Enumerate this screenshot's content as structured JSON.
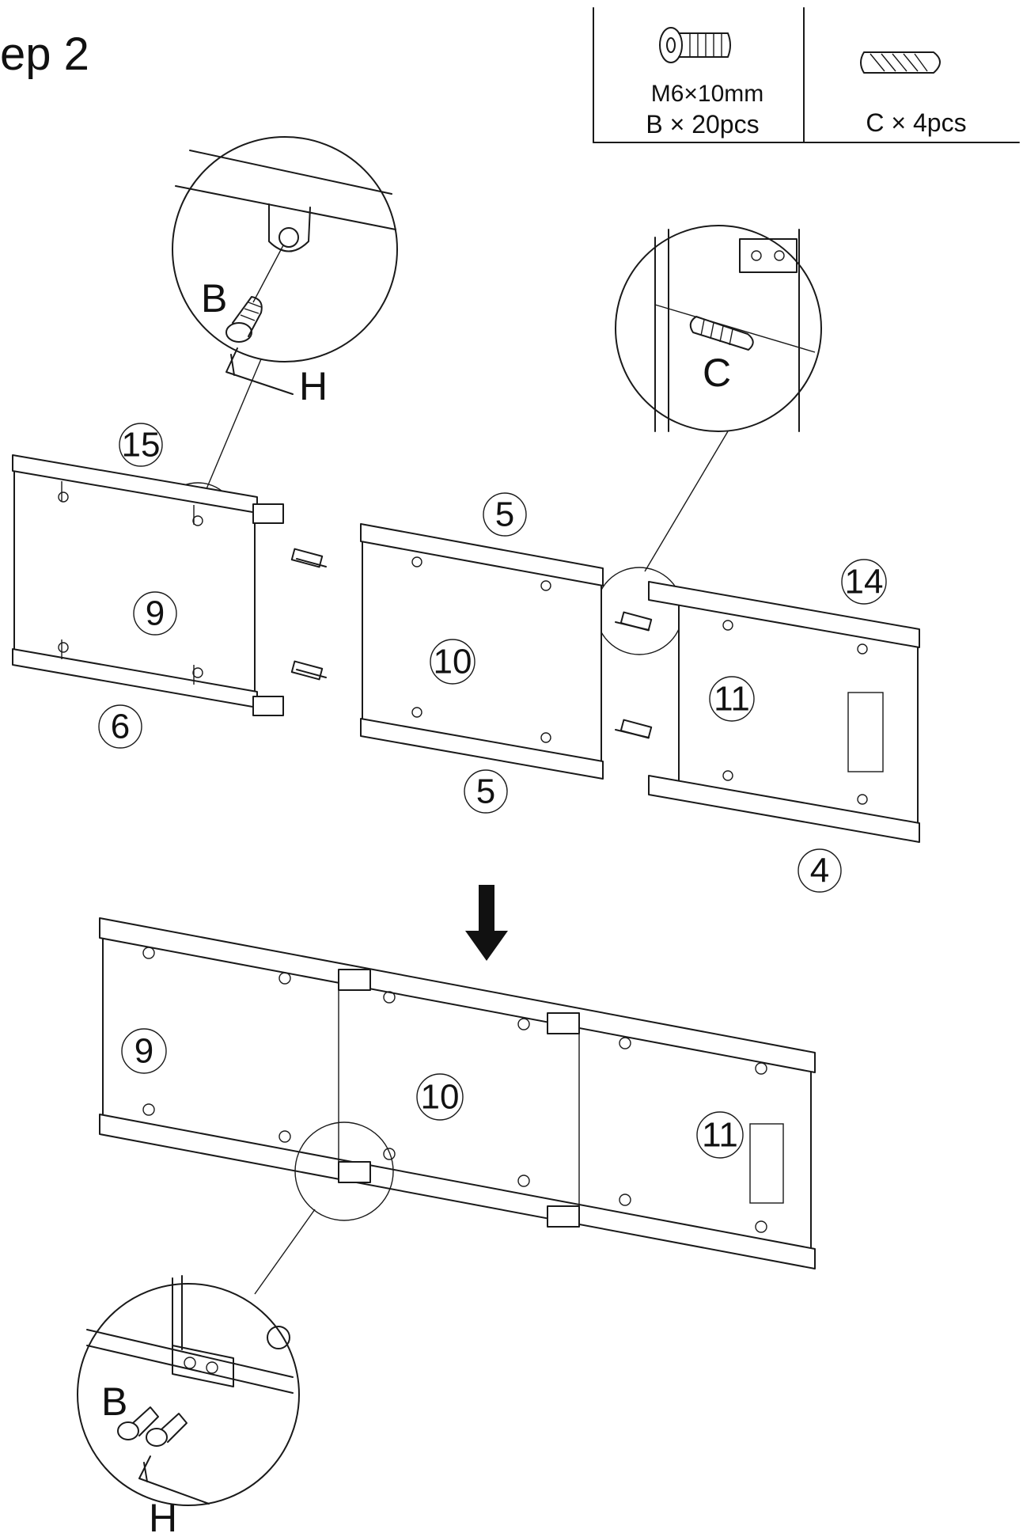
{
  "title": "ep 2",
  "hardware": [
    {
      "spec": "M6×10mm",
      "qty": "B × 20pcs",
      "icon": "hex-bolt-icon"
    },
    {
      "spec": "",
      "qty": "C × 4pcs",
      "icon": "dowel-icon"
    }
  ],
  "callouts": {
    "bolt_top": {
      "part": "B",
      "tool": "H"
    },
    "dowel": {
      "part": "C"
    },
    "bolt_bottom": {
      "part": "B",
      "tool": "H"
    }
  },
  "exploded_labels": {
    "top_left_rail": "15",
    "left_panel": "9",
    "left_bottom_rail": "6",
    "mid_top_rail": "5",
    "mid_panel": "10",
    "mid_bottom_rail": "5",
    "right_top_rail": "14",
    "right_panel": "11",
    "right_bottom_rail": "4"
  },
  "assembled_labels": {
    "left_panel": "9",
    "mid_panel": "10",
    "right_panel": "11"
  },
  "arrow": "down-arrow-icon"
}
